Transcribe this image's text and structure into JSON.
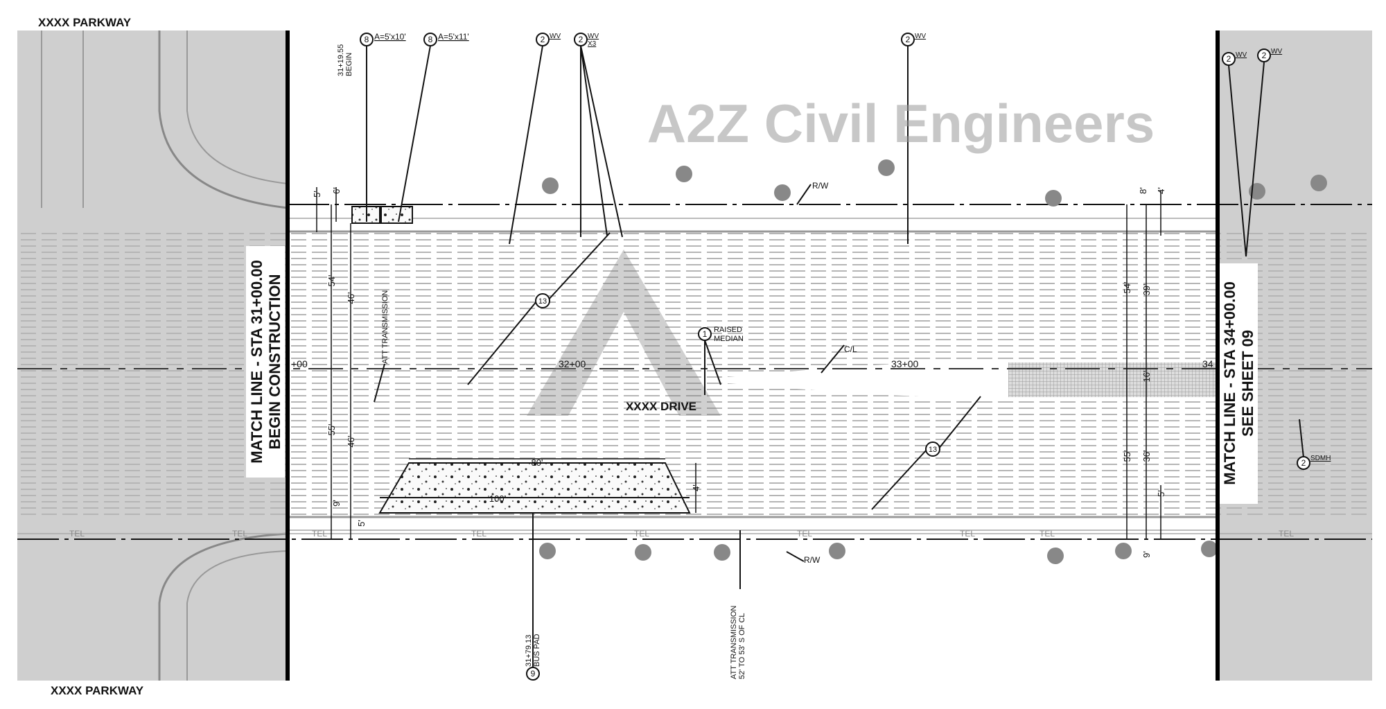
{
  "street_top": "XXXX PARKWAY",
  "street_bottom": "XXXX PARKWAY",
  "match_left": {
    "line1": "MATCH LINE - STA 31+00.00",
    "line2": "BEGIN CONSTRUCTION"
  },
  "match_right": {
    "line1": "MATCH LINE - STA 34+00.00",
    "line2": "SEE SHEET 09"
  },
  "drive_label": "XXXX DRIVE",
  "watermark": "A2Z Civil Engineers",
  "stations": {
    "s31": "+00",
    "s32": "32+00",
    "s33": "33+00",
    "s34": "34"
  },
  "callouts": {
    "inlet1": {
      "num": "8",
      "text": "A=5'x10'"
    },
    "inlet2": {
      "num": "8",
      "text": "A=5'x11'"
    },
    "wv1": {
      "num": "2",
      "text": "WV"
    },
    "wv2": {
      "num": "2",
      "text": "WV",
      "text2": "X3"
    },
    "wv3": {
      "num": "2",
      "text": "WV"
    },
    "wv4": {
      "num": "2",
      "text": "WV"
    },
    "wv5": {
      "num": "2",
      "text": "WV"
    },
    "sdmh": {
      "num": "2",
      "text": "SDMH"
    },
    "median": {
      "num": "1",
      "text": "RAISED",
      "text2": "MEDIAN"
    },
    "n13a": {
      "num": "13"
    },
    "n13b": {
      "num": "13"
    },
    "buspad": {
      "num": "9",
      "text": "31+79.13",
      "text2": "BUS PAD"
    },
    "begin": {
      "text": "31+19.55",
      "text2": "BEGIN"
    },
    "att1": {
      "text": "ATT TRANSMISSION"
    },
    "att2": {
      "text": "ATT TRANSMISSION",
      "text2": "52' TO 53' S OF CL"
    },
    "cl": {
      "text": "C/L"
    },
    "rw_top": {
      "text": "R/W"
    },
    "rw_bottom": {
      "text": "R/W"
    }
  },
  "dimensions": {
    "left": {
      "d5top": "5'",
      "d6": "6'",
      "d54": "54'",
      "d46a": "46'",
      "d55": "55'",
      "d46b": "46'",
      "d9": "9'",
      "d5bot": "5'"
    },
    "right": {
      "d8": "8'",
      "d4": "4'",
      "d54": "54'",
      "d39": "39'",
      "d16": "16'",
      "d55": "55'",
      "d36": "36'",
      "d5": "5'",
      "d9": "9'"
    },
    "pad": {
      "top": "80'",
      "bottom": "100'",
      "height": "4'"
    }
  },
  "tel_label": "TEL"
}
